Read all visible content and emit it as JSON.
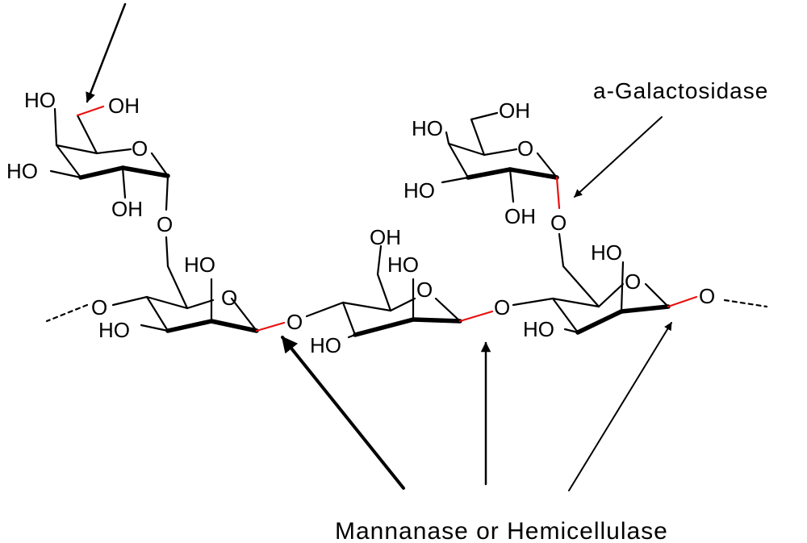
{
  "labels": {
    "galactosidase": "a-Galactosidase",
    "mannanase": "Mannanase or Hemicellulase"
  },
  "atoms": {
    "ho": "HO",
    "oh": "OH",
    "o": "O"
  }
}
